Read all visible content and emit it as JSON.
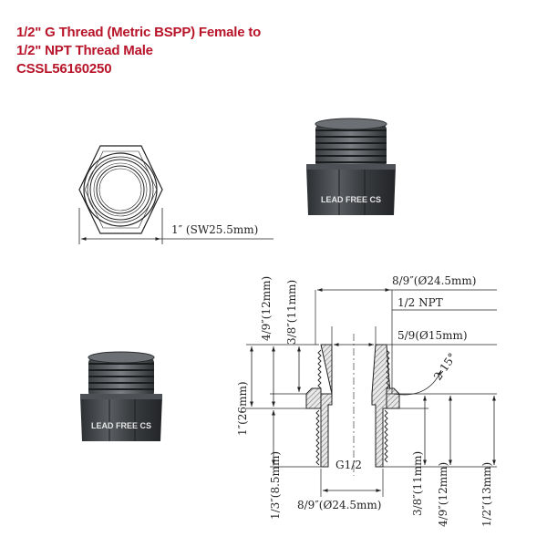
{
  "title": {
    "line1": "1/2\" G Thread (Metric BSPP) Female to",
    "line2": "1/2\" NPT Thread Male",
    "part_number": "CSSL56160250"
  },
  "stamp_text": "LEAD FREE CS",
  "dimensions": {
    "hex_width": "1″ (SW25.5mm)",
    "top_diameter": "8/9″(Ø24.5mm)",
    "npt_label": "1/2 NPT",
    "bore_diameter": "5/9(Ø15mm)",
    "chamfer_angle": "2-15°",
    "overall_height": "1″(26mm)",
    "upper_thread_length": "4/9″(12mm)",
    "upper_thread_engagement": "3/8″(11mm)",
    "g_label": "G1/2",
    "bottom_diameter": "8/9″(Ø24.5mm)",
    "lower_thread_left": "1/3″(8.5mm)",
    "lower_thread_engagement": "3/8″(11mm)",
    "lower_thread_length": "4/9″(12mm)",
    "lower_total": "1/2″(13mm)"
  },
  "colors": {
    "title": "#b8142a",
    "line": "#222222",
    "body": "#3a3d40"
  }
}
